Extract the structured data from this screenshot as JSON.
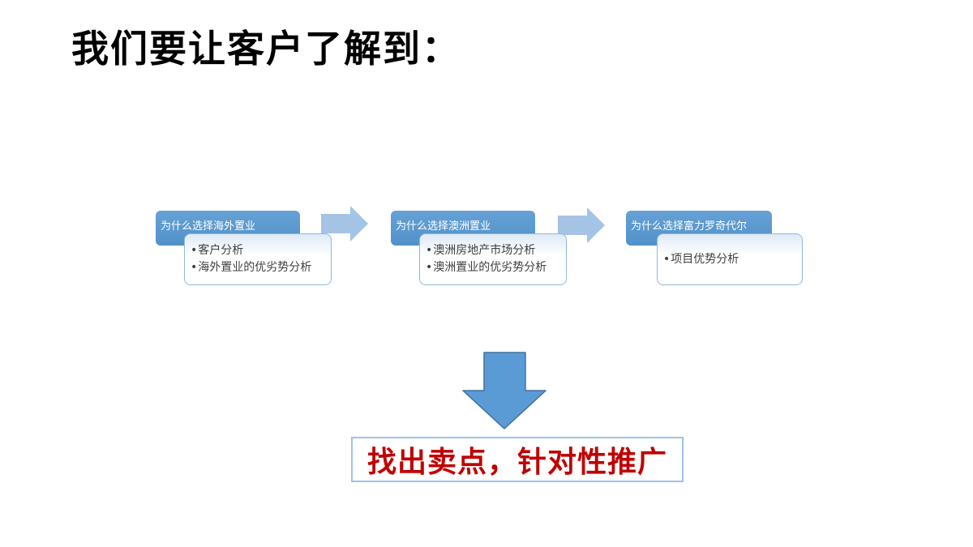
{
  "title": "我们要让客户了解到：",
  "diagram": {
    "bullet_char": "•",
    "steps": [
      {
        "header": "为什么选择海外置业",
        "bullets": [
          "客户分析",
          "海外置业的优劣势分析"
        ]
      },
      {
        "header": "为什么选择澳洲置业",
        "bullets": [
          "澳洲房地产市场分析",
          "澳洲置业的优劣势分析"
        ]
      },
      {
        "header": "为什么选择富力罗奇代尔",
        "bullets": [
          "项目优势分析"
        ]
      }
    ]
  },
  "conclusion": {
    "text": "找出卖点，针对性推广"
  },
  "colors": {
    "header-top": "#66A1D5",
    "header-bottom": "#5191C9",
    "body-border": "#8FB8E0",
    "body-tint": "#DEEAF6",
    "body-text": "#3F3F3F",
    "arrow-light": "#A5C3E5",
    "arrow-fill": "#5B9BD5",
    "arrow-stroke": "#41719C",
    "conclusion-border": "#9DC3E6",
    "conclusion-red": "#C00000",
    "title-color": "#000000"
  }
}
